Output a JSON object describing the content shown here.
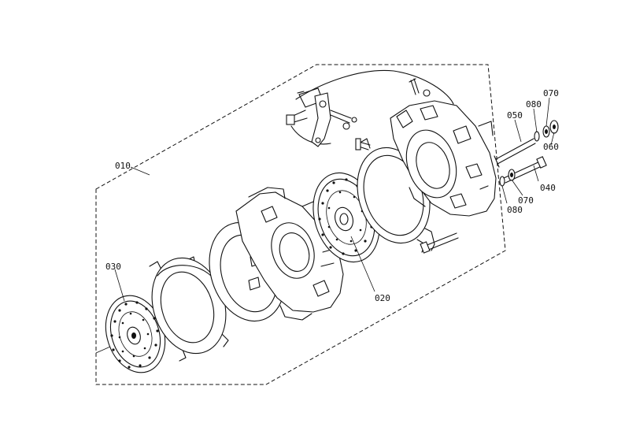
{
  "labels": {
    "p010": "010",
    "p020": "020",
    "p030": "030",
    "p040": "040",
    "p050": "050",
    "p060": "060",
    "p070a": "070",
    "p070b": "070",
    "p080a": "080",
    "p080b": "080"
  }
}
